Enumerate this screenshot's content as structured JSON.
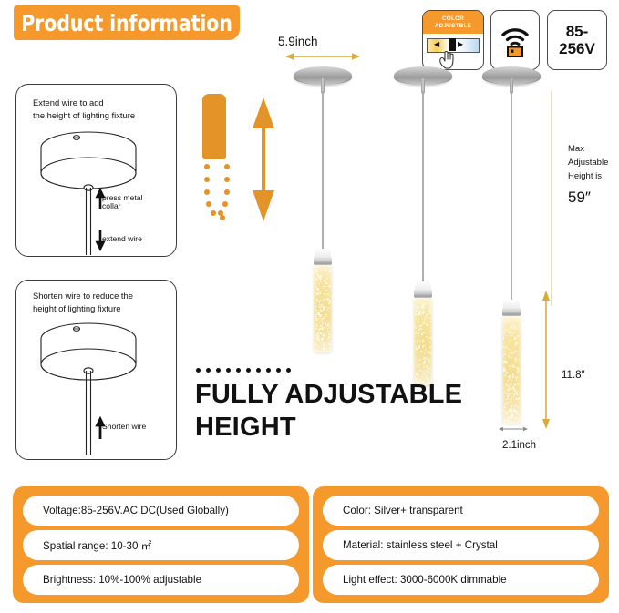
{
  "header": {
    "title": "Product information",
    "banner_color": "#F5992C"
  },
  "badges": [
    {
      "id": "color-adjustable",
      "line1": "COLOR",
      "line2": "ADJUSTBLE",
      "icon": "color-slider-hand-icon"
    },
    {
      "id": "remote-control",
      "label": "",
      "icon": "wifi-remote-icon"
    },
    {
      "id": "voltage",
      "line1": "85-",
      "line2": "256V",
      "icon": "voltage-text"
    }
  ],
  "instructions": [
    {
      "id": "extend",
      "line1": "Extend wire to add",
      "line2": "the height of lighting fixture",
      "label_up_1": "press metal",
      "label_up_2": "collar",
      "label_down": "extend wire"
    },
    {
      "id": "shorten",
      "line1": "Shorten wire to reduce the",
      "line2": "height of lighting fixture",
      "label_up": "Shorten wire"
    }
  ],
  "dimensions": {
    "canopy_width": "5.9inch",
    "max_height_label_line1": "Max",
    "max_height_label_line2": "Adjustable",
    "max_height_label_line3": "Height is",
    "max_height_value": "59″",
    "shade_height": "11.8″",
    "shade_width": "2.1inch"
  },
  "headline": {
    "line1": "FULLY ADJUSTABLE",
    "line2": "HEIGHT",
    "dot_count": 10
  },
  "specs": {
    "left": [
      "Voltage:85-256V.AC.DC(Used Globally)",
      "Spatial range: 10-30 ㎡",
      "Brightness: 10%-100% adjustable"
    ],
    "right": [
      "Color: Silver+ transparent",
      "Material: stainless steel + Crystal",
      "Light effect: 3000-6000K dimmable"
    ]
  },
  "colors": {
    "brand_orange": "#F5992C",
    "motif_orange": "#E39327",
    "crystal_gold": "#F3DD8E",
    "metal_gray": "#B9B9B9",
    "dim_gold": "#D9A93A"
  }
}
